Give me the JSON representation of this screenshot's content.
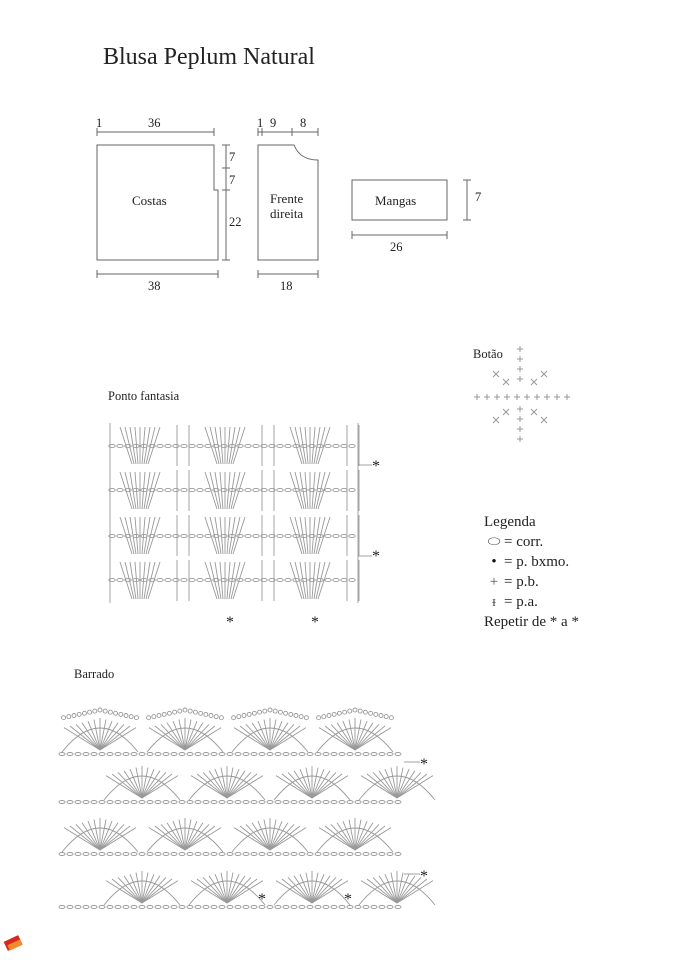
{
  "title": "Blusa Peplum Natural",
  "schematic": {
    "back": {
      "label": "Costas",
      "width_top": "36",
      "width_bottom": "38",
      "offset": "1",
      "height_a": "7",
      "height_b": "7",
      "height_c": "22"
    },
    "front": {
      "label_line1": "Frente",
      "label_line2": "direita",
      "offset": "1",
      "top_a": "9",
      "top_b": "8",
      "width_bottom": "18"
    },
    "sleeve": {
      "label": "Mangas",
      "width": "26",
      "height": "7"
    }
  },
  "button": {
    "title": "Botão"
  },
  "pattern": {
    "title": "Ponto fantasia",
    "marker": "*"
  },
  "border": {
    "title": "Barrado",
    "marker": "*"
  },
  "legend": {
    "title": "Legenda",
    "items": [
      {
        "icon": "oval-chain",
        "text": "= corr."
      },
      {
        "icon": "dot-slip-stitch",
        "text": "= p. bxmo."
      },
      {
        "icon": "plus-single-crochet",
        "text": "= p.b."
      },
      {
        "icon": "t-double-crochet",
        "text": "= p.a."
      }
    ],
    "repeat": "Repetir de * a *"
  }
}
